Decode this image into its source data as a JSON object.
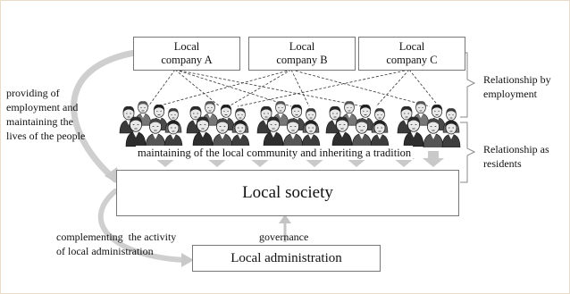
{
  "companies": [
    {
      "line1": "Local",
      "line2": "company A"
    },
    {
      "line1": "Local",
      "line2": "company B"
    },
    {
      "line1": "Local",
      "line2": "company C"
    }
  ],
  "society_label": "Local society",
  "admin_label": "Local administration",
  "labels": {
    "providing": [
      "providing of",
      "employment and",
      "maintaining the",
      "lives of the people"
    ],
    "maintaining": "maintaining of the local community and inheriting a tradition",
    "complementing": [
      "complementing  the activity",
      "of local administration"
    ],
    "governance": "governance",
    "relationship_employment": [
      "Relationship by",
      "employment"
    ],
    "relationship_residents": [
      "Relationship as",
      "residents"
    ]
  },
  "colors": {
    "box_border": "#777777",
    "arrow_gray": "#c4c4c4",
    "bracket": "#8a8a8a",
    "frame": "#e9dcc8"
  },
  "icons": {
    "people_group": "group-of-people-clipart"
  }
}
